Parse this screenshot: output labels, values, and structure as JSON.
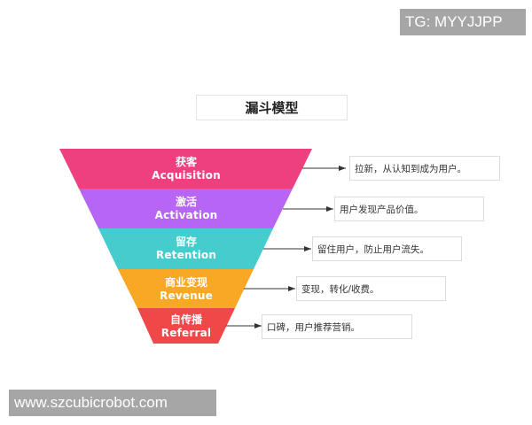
{
  "watermarks": {
    "top_right": "TG: MYYJJPP",
    "bottom_left": "www.szcubicrobot.com"
  },
  "diagram": {
    "title": "漏斗模型",
    "stages": [
      {
        "cn": "获客",
        "en": "Acquisition",
        "color": "#ee3f7f",
        "description": "拉新，从认知到成为用户。"
      },
      {
        "cn": "激活",
        "en": "Activation",
        "color": "#b665f5",
        "description": "用户发现产品价值。"
      },
      {
        "cn": "留存",
        "en": "Retention",
        "color": "#45cccc",
        "description": "留住用户，防止用户流失。"
      },
      {
        "cn": "商业变现",
        "en": "Revenue",
        "color": "#f9a825",
        "description": "变现，转化/收费。"
      },
      {
        "cn": "自传播",
        "en": "Referral",
        "color": "#f04848",
        "description": "口碑，用户推荐营销。"
      }
    ],
    "arrow_color": "#333333"
  }
}
